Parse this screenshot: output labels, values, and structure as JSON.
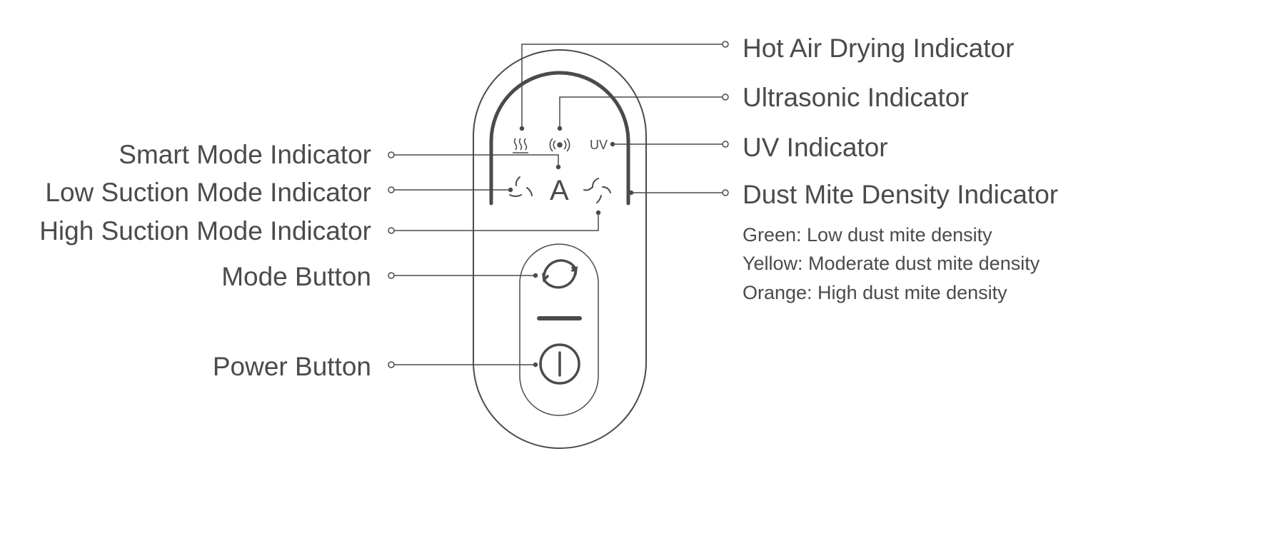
{
  "left_labels": {
    "smart_mode": "Smart Mode Indicator",
    "low_suction": "Low Suction Mode Indicator",
    "high_suction": "High Suction Mode Indicator",
    "mode_button": "Mode Button",
    "power_button": "Power Button"
  },
  "right_labels": {
    "hot_air": "Hot Air Drying Indicator",
    "ultrasonic": "Ultrasonic Indicator",
    "uv": "UV Indicator",
    "dust_mite": "Dust Mite Density Indicator"
  },
  "dust_mite_legend": [
    "Green: Low dust mite density",
    "Yellow: Moderate dust mite density",
    "Orange: High dust mite density"
  ],
  "device": {
    "uv_text": "UV",
    "smart_glyph": "A"
  },
  "colors": {
    "line": "#4a4a4f"
  }
}
